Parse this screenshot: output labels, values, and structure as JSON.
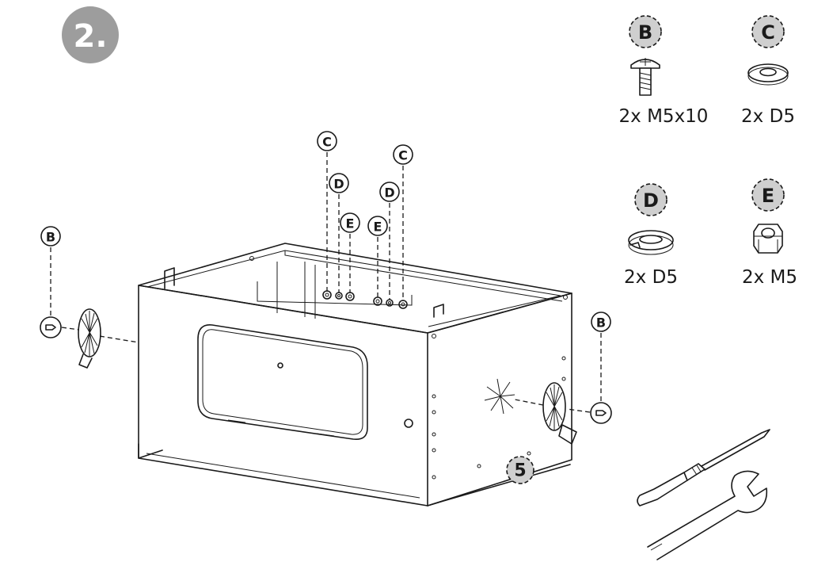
{
  "step": {
    "number": "2."
  },
  "parts": [
    {
      "letter": "B",
      "quantity": "2x M5x10",
      "icon": "screw-icon"
    },
    {
      "letter": "C",
      "quantity": "2x D5",
      "icon": "flat-washer-icon"
    },
    {
      "letter": "D",
      "quantity": "2x D5",
      "icon": "spring-washer-icon"
    },
    {
      "letter": "E",
      "quantity": "2x M5",
      "icon": "hex-nut-icon"
    }
  ],
  "callouts": {
    "c_left": "C",
    "d_left": "D",
    "e_left": "E",
    "e_right": "E",
    "d_right": "D",
    "c_right": "C",
    "b_left": "B",
    "b_right": "B",
    "part_number": "5"
  },
  "tools": [
    "screwdriver-icon",
    "wrench-icon"
  ],
  "colors": {
    "step_badge": "#9d9d9d",
    "callout_fill": "#cfcfcf",
    "line": "#1a1a1a"
  }
}
